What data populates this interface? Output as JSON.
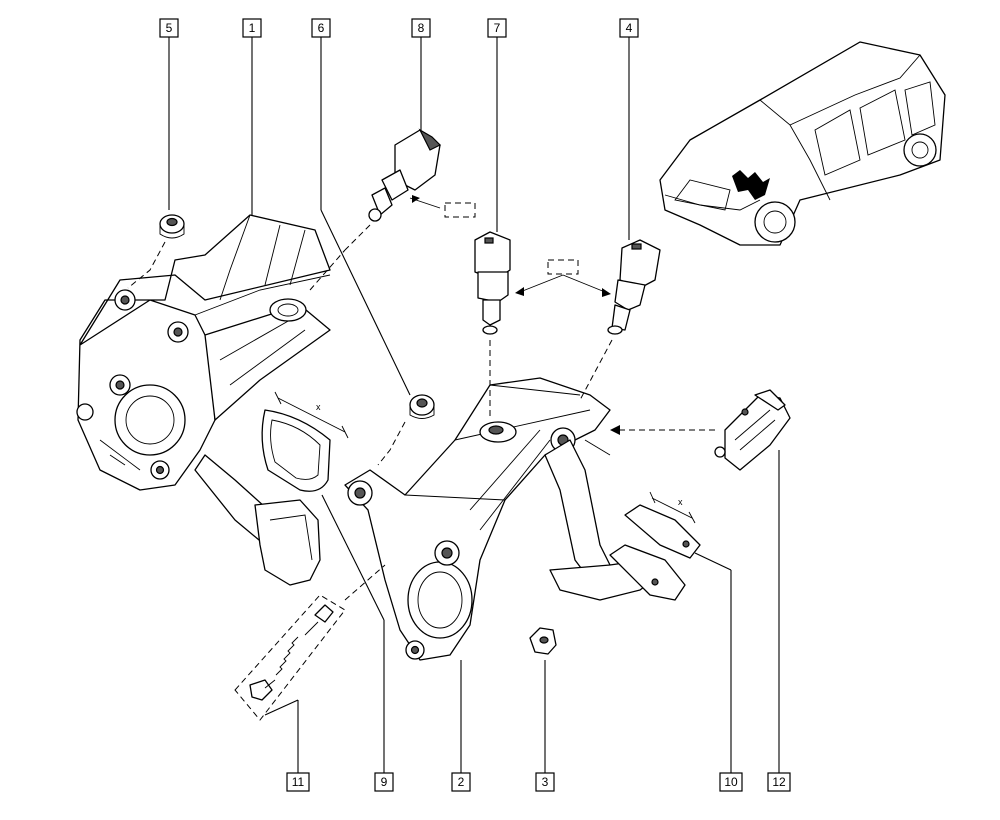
{
  "callouts": [
    {
      "id": "c5",
      "label": "5"
    },
    {
      "id": "c1",
      "label": "1"
    },
    {
      "id": "c6",
      "label": "6"
    },
    {
      "id": "c8",
      "label": "8"
    },
    {
      "id": "c7",
      "label": "7"
    },
    {
      "id": "c4",
      "label": "4"
    },
    {
      "id": "c11",
      "label": "11"
    },
    {
      "id": "c9",
      "label": "9"
    },
    {
      "id": "c2",
      "label": "2"
    },
    {
      "id": "c3",
      "label": "3"
    },
    {
      "id": "c10",
      "label": "10"
    },
    {
      "id": "c12",
      "label": "12"
    }
  ],
  "dimension_labels": {
    "pedal_pad_left": "x",
    "pedal_pad_right": "x"
  }
}
